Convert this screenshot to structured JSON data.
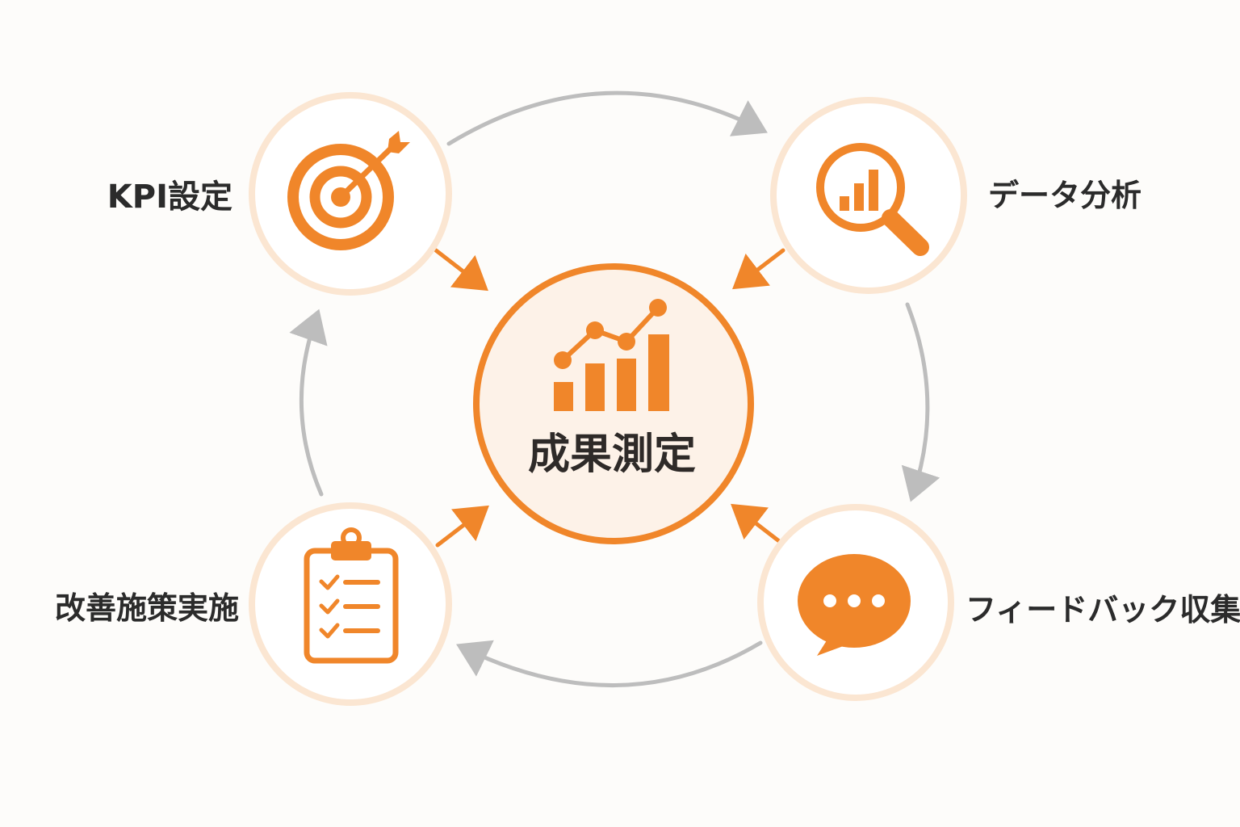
{
  "diagram": {
    "center": {
      "label": "成果測定",
      "icon": "bar-line-chart-icon"
    },
    "nodes": [
      {
        "id": "kpi",
        "label": "KPI設定",
        "icon": "target-arrow-icon"
      },
      {
        "id": "analysis",
        "label": "データ分析",
        "icon": "magnifier-chart-icon"
      },
      {
        "id": "feedback",
        "label": "フィードバック収集",
        "icon": "speech-bubble-icon"
      },
      {
        "id": "improve",
        "label": "改善施策実施",
        "icon": "clipboard-checklist-icon"
      }
    ],
    "cycle_order": [
      "kpi",
      "analysis",
      "feedback",
      "improve"
    ],
    "colors": {
      "accent": "#f0862a",
      "ring": "#fbe6d2",
      "center_fill": "#fdf2e8",
      "cycle_arrow": "#bdbdbd",
      "text": "#2b2b2b",
      "background": "#fdfcfa"
    }
  }
}
